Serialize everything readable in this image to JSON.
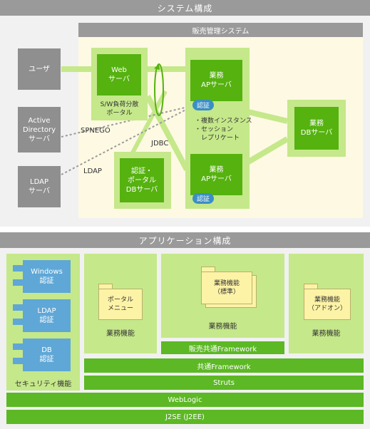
{
  "system": {
    "title": "システム構成",
    "panel_title": "販売管理システム",
    "user": "ユーザ",
    "active_directory": [
      "Active",
      "Directory",
      "サーバ"
    ],
    "ldap_server": [
      "LDAP",
      "サーバ"
    ],
    "web_server": [
      "Web",
      "サーバ"
    ],
    "lb_caption": [
      "S/W負荷分散",
      "ポータル"
    ],
    "auth_portal_db": [
      "認証・",
      "ポータル",
      "DBサーバ"
    ],
    "app_server_1": [
      "業務",
      "APサーバ"
    ],
    "app_server_2": [
      "業務",
      "APサーバ"
    ],
    "db_server": [
      "業務",
      "DBサーバ"
    ],
    "auth_badge_1": "認証",
    "auth_badge_2": "認証",
    "replication_note": [
      "・複数インスタンス",
      "・セッション",
      "　レプリケート"
    ],
    "label_spnego": "SPNEGO",
    "label_jdbc": "JDBC",
    "label_ldap": "LDAP"
  },
  "app": {
    "title": "アプリケーション構成",
    "security": {
      "modules": [
        {
          "lines": [
            "Windows",
            "認証"
          ]
        },
        {
          "lines": [
            "LDAP",
            "認証"
          ]
        },
        {
          "lines": [
            "DB",
            "認証"
          ]
        }
      ],
      "caption": "セキュリティ機能"
    },
    "portal_menu": [
      "ポータル",
      "メニュー"
    ],
    "standard_func": [
      "業務機能",
      "（標準）"
    ],
    "addon_func": [
      "業務機能",
      "（アドオン）"
    ],
    "caption_business_1": "業務機能",
    "caption_business_2": "業務機能",
    "caption_business_3": "業務機能",
    "sales_framework": "販売共通Framework",
    "common_framework": "共通Framework",
    "struts": "Struts",
    "weblogic": "WebLogic",
    "j2se": "J2SE (J2EE)"
  },
  "colors": {
    "header_gray": "#9a9a9a",
    "light_green": "#c5e88a",
    "dark_green": "#55b20f",
    "badge_blue": "#3a8fc4",
    "security_blue": "#5fa7d6",
    "folder_yellow": "#fdf3a6"
  }
}
